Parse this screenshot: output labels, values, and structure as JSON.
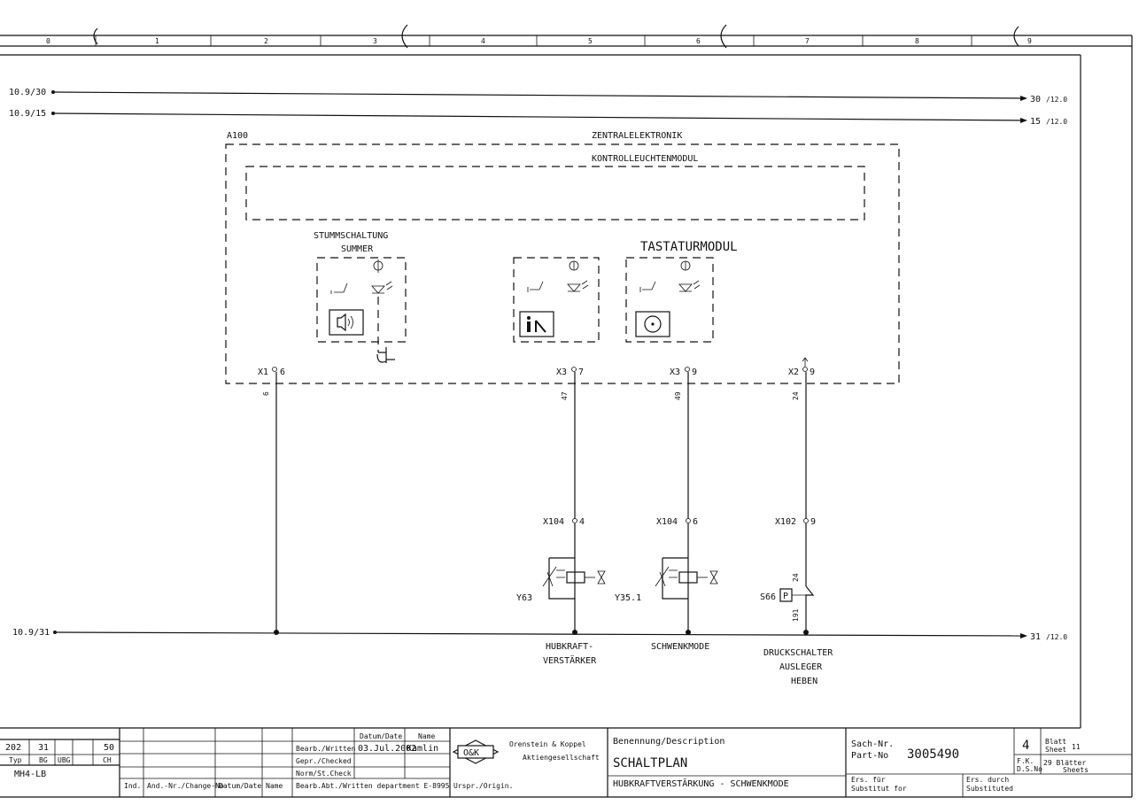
{
  "column_numbers": [
    "0",
    "1",
    "2",
    "3",
    "4",
    "5",
    "6",
    "7",
    "8",
    "9"
  ],
  "rails": {
    "r30": {
      "left": "10.9/30",
      "right": "30",
      "right_ref": "/12.0"
    },
    "r15": {
      "left": "10.9/15",
      "right": "15",
      "right_ref": "/12.0"
    },
    "r31": {
      "left": "10.9/31",
      "right": "31",
      "right_ref": "/12.0"
    }
  },
  "module": {
    "id": "A100",
    "title": "ZENTRALELEKTRONIK",
    "subtitle": "KONTROLLEUCHTENMODUL",
    "keypad_title": "TASTATURMODUL",
    "buzzer_label_1": "STUMMSCHALTUNG",
    "buzzer_label_2": "SUMMER"
  },
  "connectors": {
    "x1": "X1",
    "x1_pin": "6",
    "x3a": "X3",
    "x3a_pin": "7",
    "x3b": "X3",
    "x3b_pin": "9",
    "x2": "X2",
    "x2_pin": "9"
  },
  "wires": {
    "w1": "6",
    "w2": "47",
    "w3": "49",
    "w4": "24",
    "w5": "24",
    "w6": "191"
  },
  "lower_connectors": {
    "a": "X104",
    "a_pin": "4",
    "b": "X104",
    "b_pin": "6",
    "c": "X102",
    "c_pin": "9"
  },
  "components": {
    "y63": "Y63",
    "y35": "Y35.1",
    "s66": "S66",
    "s66_symbol": "P"
  },
  "labels": {
    "hub1": "HUBKRAFT-",
    "hub2": "VERSTÄRKER",
    "schwenk": "SCHWENKMODE",
    "druck1": "DRUCKSCHALTER",
    "druck2": "AUSLEGER",
    "druck3": "HEBEN"
  },
  "title_block": {
    "typ_values": [
      "202",
      "31",
      "",
      "50"
    ],
    "typ_labels": [
      "Typ",
      "BG",
      "UBG",
      "CH"
    ],
    "model": "MH4-LB",
    "rev_headers": [
      "Ind.",
      "And.-Nr./Change-No",
      "Datum/Date",
      "Name"
    ],
    "datum_header": "Datum/Date",
    "name_header": "Name",
    "bearb_written": "Bearb./Written",
    "date_value": "03.Jul.2002",
    "name_value": "Kamlin",
    "gepr_checked": "Gepr./Checked",
    "norm_check": "Norm/St.Check",
    "bearb_dept": "Bearb.Abt./Written department  E-8995",
    "ursprung": "Urspr./Origin.",
    "logo": "O&K",
    "company": "Orenstein & Koppel",
    "company_sub": "Aktiengesellschaft",
    "benennung": "Benennung/Description",
    "title": "SCHALTPLAN",
    "subtitle": "HUBKRAFTVERSTÄRKUNG - SCHWENKMODE",
    "sach_nr": "Sach-Nr.",
    "part_no_label": "Part-No",
    "part_no": "3005490",
    "sheet_no": "4",
    "blatt_label": "Blatt",
    "sheet_label": "Sheet",
    "sheet_total": "11",
    "fk_label": "F.K.",
    "ds_label": "D.S.No",
    "blaetter": "29 Blätter",
    "sheets": "Sheets",
    "ers_fuer": "Ers. für",
    "substitut_for": "Substitut for",
    "ers_durch": "Ers. durch",
    "substituted": "Substituted"
  }
}
